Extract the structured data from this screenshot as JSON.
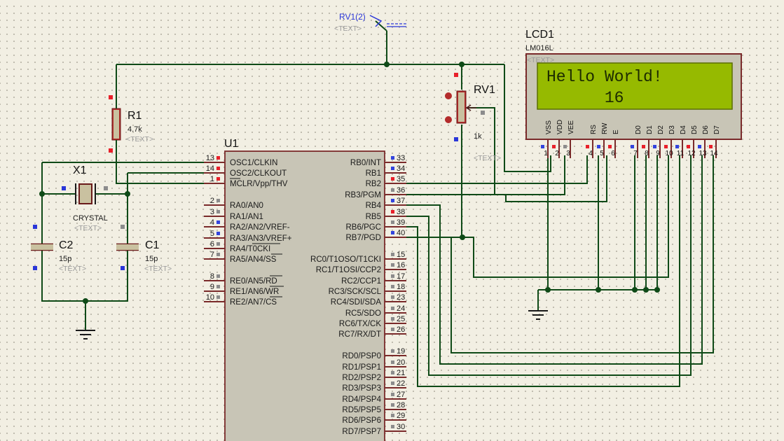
{
  "components": {
    "u1": {
      "ref": "U1",
      "left_pins": [
        {
          "num": "13",
          "name": "OSC1/CLKIN"
        },
        {
          "num": "14",
          "name": "OSC2/CLKOUT"
        },
        {
          "num": "1",
          "name": "MCLR/Vpp/THV"
        },
        {
          "num": "2",
          "name": "RA0/AN0"
        },
        {
          "num": "3",
          "name": "RA1/AN1"
        },
        {
          "num": "4",
          "name": "RA2/AN2/VREF-"
        },
        {
          "num": "5",
          "name": "RA3/AN3/VREF+"
        },
        {
          "num": "6",
          "name": "RA4/T0CKI"
        },
        {
          "num": "7",
          "name": "RA5/AN4/SS"
        },
        {
          "num": "8",
          "name": "RE0/AN5/RD"
        },
        {
          "num": "9",
          "name": "RE1/AN6/WR"
        },
        {
          "num": "10",
          "name": "RE2/AN7/CS"
        }
      ],
      "right_pins": [
        {
          "num": "33",
          "name": "RB0/INT"
        },
        {
          "num": "34",
          "name": "RB1"
        },
        {
          "num": "35",
          "name": "RB2"
        },
        {
          "num": "36",
          "name": "RB3/PGM"
        },
        {
          "num": "37",
          "name": "RB4"
        },
        {
          "num": "38",
          "name": "RB5"
        },
        {
          "num": "39",
          "name": "RB6/PGC"
        },
        {
          "num": "40",
          "name": "RB7/PGD"
        },
        {
          "num": "15",
          "name": "RC0/T1OSO/T1CKI"
        },
        {
          "num": "16",
          "name": "RC1/T1OSI/CCP2"
        },
        {
          "num": "17",
          "name": "RC2/CCP1"
        },
        {
          "num": "18",
          "name": "RC3/SCK/SCL"
        },
        {
          "num": "23",
          "name": "RC4/SDI/SDA"
        },
        {
          "num": "24",
          "name": "RC5/SDO"
        },
        {
          "num": "25",
          "name": "RC6/TX/CK"
        },
        {
          "num": "26",
          "name": "RC7/RX/DT"
        },
        {
          "num": "19",
          "name": "RD0/PSP0"
        },
        {
          "num": "20",
          "name": "RD1/PSP1"
        },
        {
          "num": "21",
          "name": "RD2/PSP2"
        },
        {
          "num": "22",
          "name": "RD3/PSP3"
        },
        {
          "num": "27",
          "name": "RD4/PSP4"
        },
        {
          "num": "28",
          "name": "RD5/PSP5"
        },
        {
          "num": "29",
          "name": "RD6/PSP6"
        },
        {
          "num": "30",
          "name": "RD7/PSP7"
        }
      ]
    },
    "lcd1": {
      "ref": "LCD1",
      "model": "LM016L",
      "text": "<TEXT>",
      "line1": "Hello World!",
      "line2": "      16",
      "pins": [
        {
          "num": "1",
          "name": "VSS"
        },
        {
          "num": "2",
          "name": "VDD"
        },
        {
          "num": "3",
          "name": "VEE"
        },
        {
          "num": "4",
          "name": "RS"
        },
        {
          "num": "5",
          "name": "RW"
        },
        {
          "num": "6",
          "name": "E"
        },
        {
          "num": "7",
          "name": "D0"
        },
        {
          "num": "8",
          "name": "D1"
        },
        {
          "num": "9",
          "name": "D2"
        },
        {
          "num": "10",
          "name": "D3"
        },
        {
          "num": "11",
          "name": "D4"
        },
        {
          "num": "12",
          "name": "D5"
        },
        {
          "num": "13",
          "name": "D6"
        },
        {
          "num": "14",
          "name": "D7"
        }
      ]
    },
    "r1": {
      "ref": "R1",
      "value": "4.7k",
      "text": "<TEXT>"
    },
    "rv1": {
      "ref": "RV1",
      "value": "1k",
      "text": "<TEXT>"
    },
    "x1": {
      "ref": "X1",
      "value": "CRYSTAL",
      "text": "<TEXT>"
    },
    "c1": {
      "ref": "C1",
      "value": "15p",
      "text": "<TEXT>"
    },
    "c2": {
      "ref": "C2",
      "value": "15p",
      "text": "<TEXT>"
    },
    "power": {
      "label": "RV1(2)",
      "text": "<TEXT>"
    }
  },
  "colors": {
    "wire": "#0f4a17",
    "lcd_screen": "#96ba00",
    "chip_body": "#c8c5b6",
    "background": "#f2efe3"
  }
}
